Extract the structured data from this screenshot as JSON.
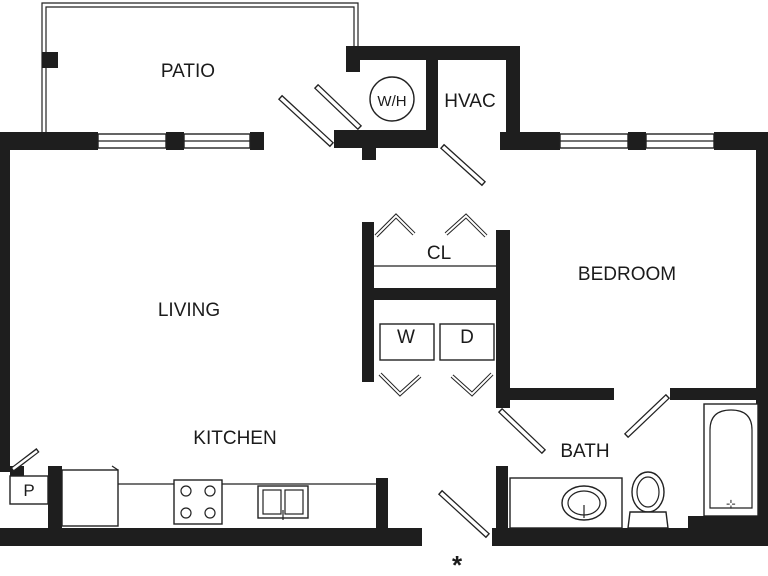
{
  "rooms": {
    "patio": "PATIO",
    "water_heater": "W/H",
    "hvac": "HVAC",
    "closet": "CL",
    "bedroom": "BEDROOM",
    "living": "LIVING",
    "washer": "W",
    "dryer": "D",
    "kitchen": "KITCHEN",
    "bath": "BATH",
    "pantry": "P"
  },
  "compass_mark": "*"
}
